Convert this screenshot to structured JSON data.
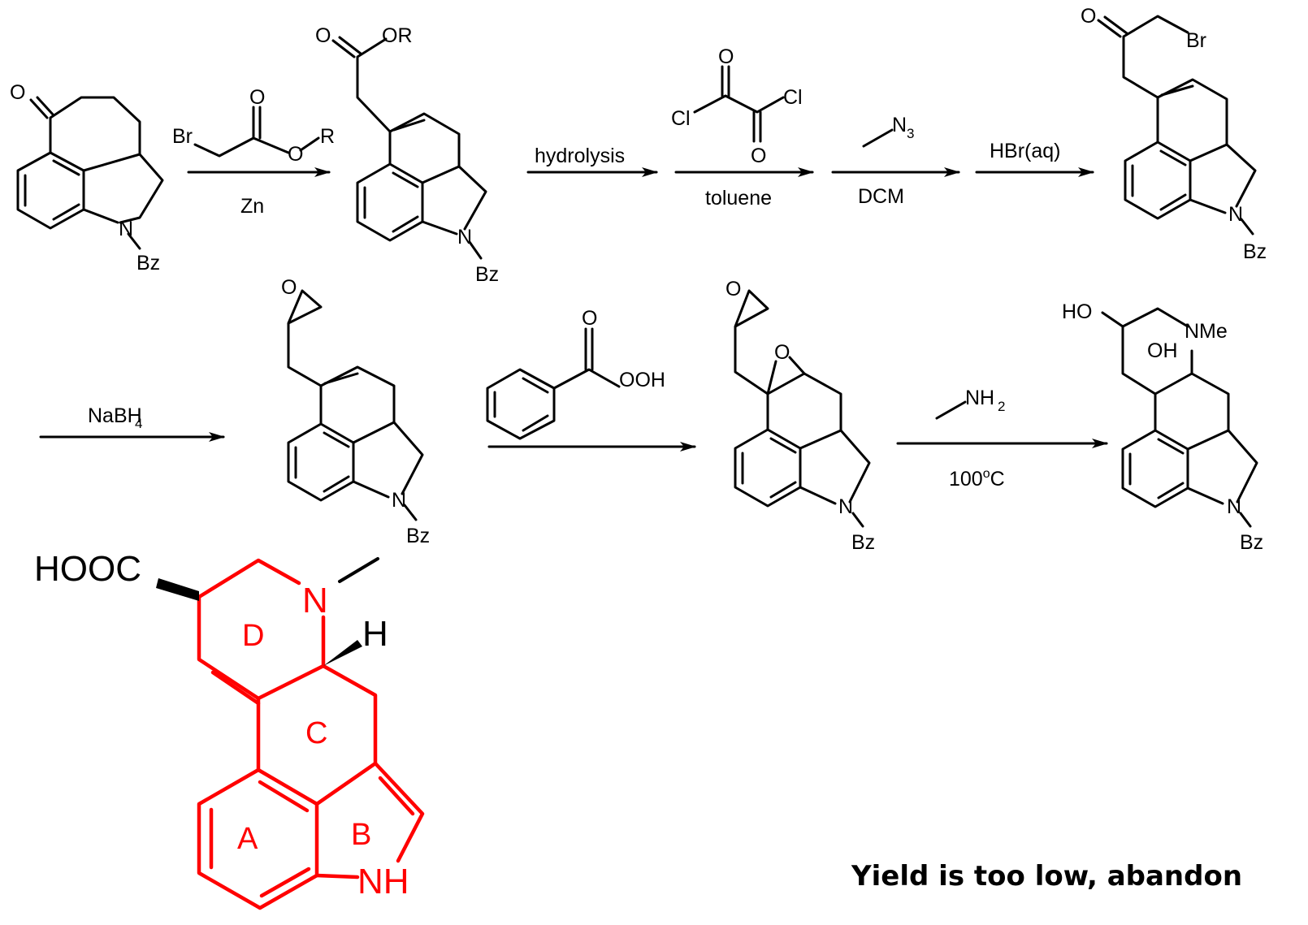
{
  "scheme": {
    "molecules": {
      "m1": {
        "oxygen": "O",
        "nitrogen": "N",
        "protecting_group": "Bz"
      },
      "m2": {
        "carbonyl_o": "O",
        "ester": "OR",
        "nitrogen": "N",
        "protecting_group": "Bz"
      },
      "m3": {
        "bromine": "Br",
        "nitrogen": "N",
        "protecting_group": "Bz",
        "ketone_o": "O"
      },
      "m4": {
        "epoxide_o": "O",
        "nitrogen": "N",
        "protecting_group": "Bz"
      },
      "m5": {
        "epoxide_o": "O",
        "ring_epoxide_o": "O",
        "nitrogen": "N",
        "protecting_group": "Bz"
      },
      "m6": {
        "hydroxyl_1": "HO",
        "amine": "NMe",
        "hydroxyl_2": "OH",
        "nitrogen": "N",
        "protecting_group": "Bz"
      }
    },
    "reagents": {
      "bromoacetate": {
        "br": "Br",
        "o_carbonyl": "O",
        "o_ester": "O",
        "r": "R"
      },
      "oxalyl_chloride": {
        "cl1": "Cl",
        "cl2": "Cl",
        "o1": "O",
        "o2": "O"
      },
      "azide": {
        "n": "N",
        "sub": "3"
      },
      "peracid": {
        "o": "O",
        "ooh": "OOH"
      },
      "methylamine": {
        "nh": "NH",
        "sub": "2"
      }
    },
    "conditions": {
      "zn": "Zn",
      "hydrolysis": "hydrolysis",
      "toluene": "toluene",
      "dcm": "DCM",
      "hbr": "HBr(aq)",
      "nabh4": "NaBH",
      "nabh4_sub": "4",
      "temp": "100",
      "temp_sup": "o",
      "temp_unit": "C"
    }
  },
  "target": {
    "hooc": "HOOC",
    "n": "N",
    "h": "H",
    "nh": "NH",
    "ring_labels": {
      "a": "A",
      "b": "B",
      "c": "C",
      "d": "D"
    }
  },
  "footer": {
    "text": "Yield is too low, abandon"
  },
  "colors": {
    "target": "#ff0000",
    "ink": "#000000"
  }
}
